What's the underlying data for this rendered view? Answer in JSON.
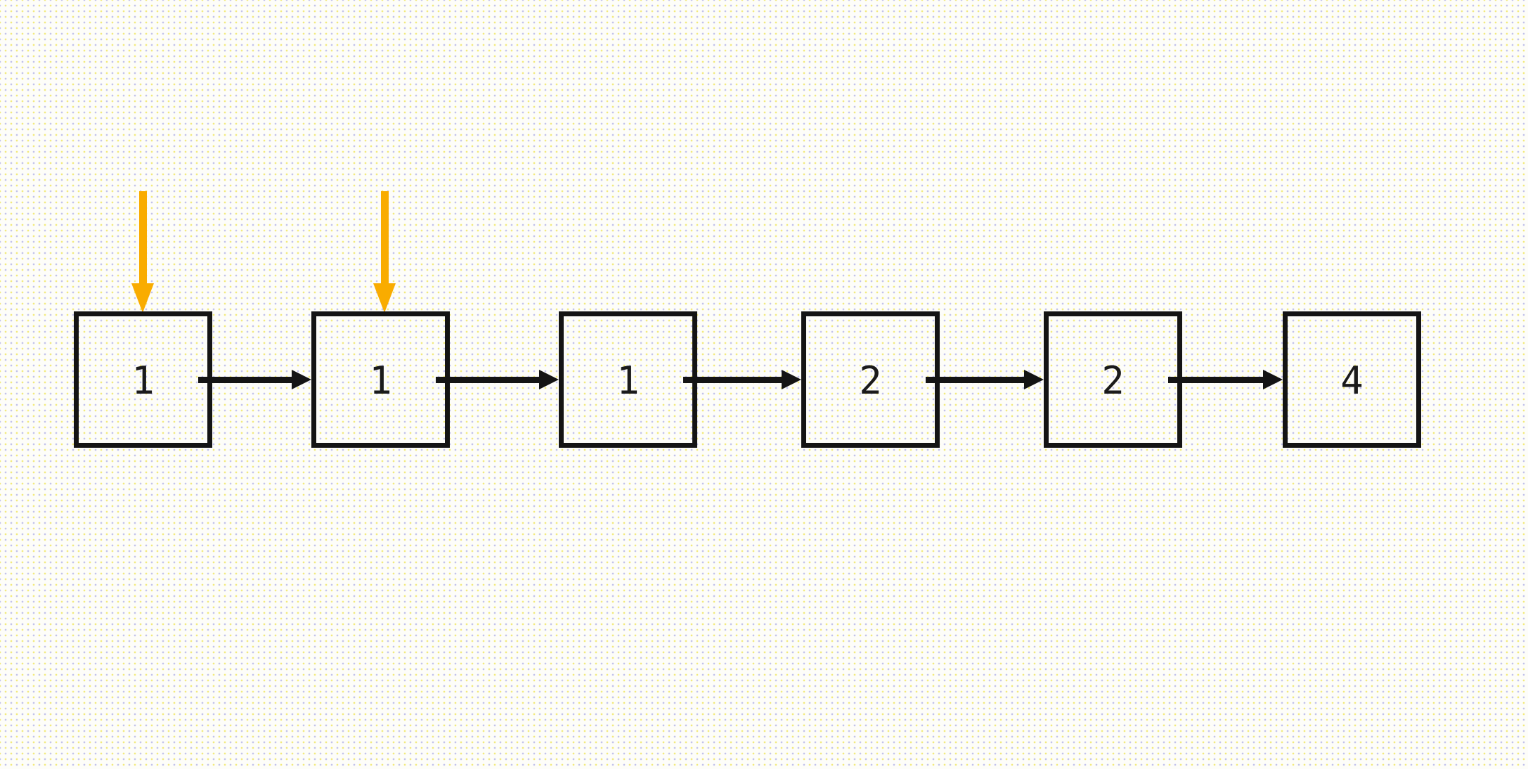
{
  "diagram": {
    "type": "linked-list",
    "nodes": [
      {
        "value": "1"
      },
      {
        "value": "1"
      },
      {
        "value": "1"
      },
      {
        "value": "2"
      },
      {
        "value": "2"
      },
      {
        "value": "4"
      }
    ],
    "links": [
      {
        "from": 0,
        "to": 1
      },
      {
        "from": 1,
        "to": 2
      },
      {
        "from": 2,
        "to": 3
      },
      {
        "from": 3,
        "to": 4
      },
      {
        "from": 4,
        "to": 5
      }
    ],
    "pointers": [
      {
        "icon": "down-arrow-icon",
        "points_to_node": 0
      },
      {
        "icon": "down-arrow-icon",
        "points_to_node": 1
      }
    ],
    "colors": {
      "pointer_arrow": "#F9AC00",
      "link_arrow": "#141414",
      "node_border": "#141414",
      "background": "#FDFDF9",
      "dot_yellow": "#F2EA7E",
      "dot_purple": "#C3C3EA"
    }
  }
}
